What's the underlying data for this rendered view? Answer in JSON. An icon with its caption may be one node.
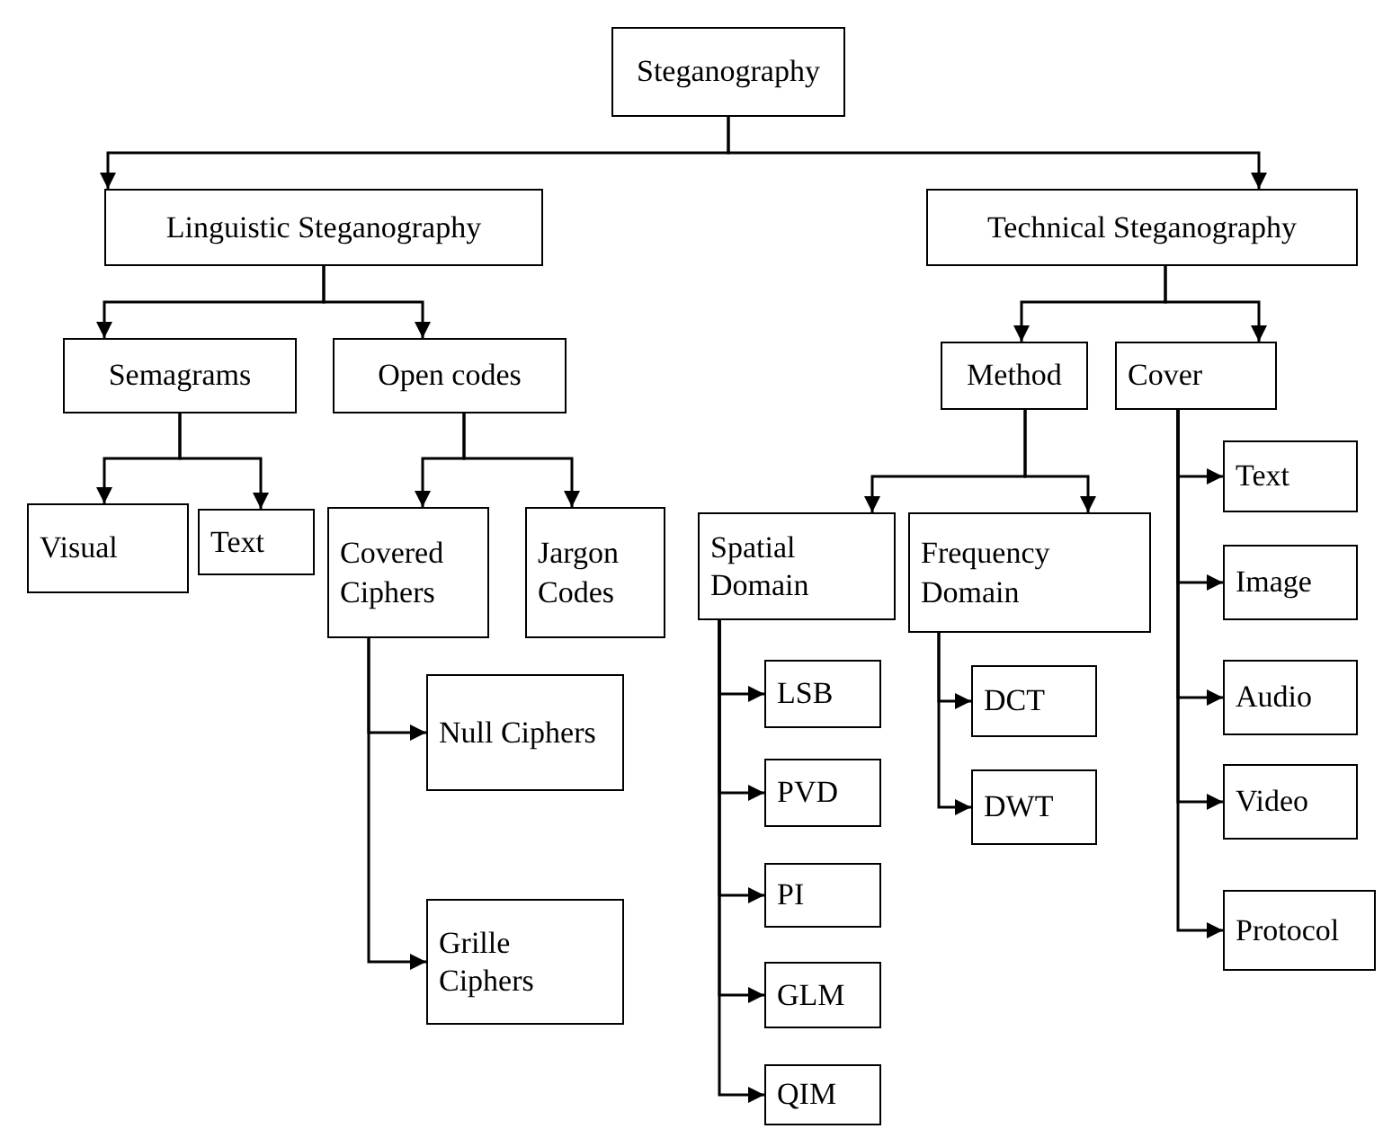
{
  "diagram": {
    "nodes": [
      {
        "text": [
          "Steganography"
        ]
      },
      {
        "text": [
          "Linguistic Steganography"
        ]
      },
      {
        "text": [
          "Technical Steganography"
        ]
      },
      {
        "text": [
          "Semagrams"
        ]
      },
      {
        "text": [
          "Open codes"
        ]
      },
      {
        "text": [
          "Visual"
        ]
      },
      {
        "text": [
          "Text"
        ]
      },
      {
        "text": [
          "Covered Ciphers"
        ]
      },
      {
        "text": [
          "Jargon Codes"
        ]
      },
      {
        "text": [
          "Method"
        ]
      },
      {
        "text": [
          "Cover"
        ]
      },
      {
        "text": [
          "Text"
        ]
      },
      {
        "text": [
          "Image"
        ]
      },
      {
        "text": [
          "Audio"
        ]
      },
      {
        "text": [
          "Video"
        ]
      },
      {
        "text": [
          "Protocol"
        ]
      },
      {
        "text": [
          "Spatial Domain"
        ]
      },
      {
        "text": [
          "Frequency Domain"
        ]
      },
      {
        "text": [
          "LSB"
        ]
      },
      {
        "text": [
          "PVD"
        ]
      },
      {
        "text": [
          "PI"
        ]
      },
      {
        "text": [
          "GLM"
        ]
      },
      {
        "text": [
          "QIM"
        ]
      },
      {
        "text": [
          "DCT"
        ]
      },
      {
        "text": [
          "DWT"
        ]
      },
      {
        "text": [
          "Null Ciphers"
        ]
      },
      {
        "text": [
          "Grille Ciphers"
        ]
      }
    ],
    "edges": [
      {
        "from": 0,
        "to": 1,
        "arrow": "to"
      },
      {
        "from": 0,
        "to": 2,
        "arrow": "to"
      },
      {
        "from": 1,
        "to": 3,
        "arrow": "to"
      },
      {
        "from": 1,
        "to": 4,
        "arrow": "to"
      },
      {
        "from": 3,
        "to": 5,
        "arrow": "to"
      },
      {
        "from": 3,
        "to": 6,
        "arrow": "to"
      },
      {
        "from": 4,
        "to": 7,
        "arrow": "to"
      },
      {
        "from": 4,
        "to": 8,
        "arrow": "to"
      },
      {
        "from": 2,
        "to": 9,
        "arrow": "to"
      },
      {
        "from": 2,
        "to": 10,
        "arrow": "to"
      },
      {
        "from": 9,
        "to": 16,
        "arrow": "to"
      },
      {
        "from": 9,
        "to": 17,
        "arrow": "to"
      },
      {
        "from": 7,
        "to": 25,
        "arrow": "to"
      },
      {
        "from": 7,
        "to": 26,
        "arrow": "to"
      },
      {
        "from": 16,
        "to": 18,
        "arrow": "to"
      },
      {
        "from": 16,
        "to": 19,
        "arrow": "to"
      },
      {
        "from": 16,
        "to": 20,
        "arrow": "to"
      },
      {
        "from": 16,
        "to": 21,
        "arrow": "to"
      },
      {
        "from": 16,
        "to": 22,
        "arrow": "to"
      },
      {
        "from": 17,
        "to": 23,
        "arrow": "to"
      },
      {
        "from": 17,
        "to": 24,
        "arrow": "to"
      },
      {
        "from": 10,
        "to": 11,
        "arrow": "to"
      },
      {
        "from": 10,
        "to": 12,
        "arrow": "to"
      },
      {
        "from": 10,
        "to": 13,
        "arrow": "to"
      },
      {
        "from": 10,
        "to": 14,
        "arrow": "to"
      },
      {
        "from": 10,
        "to": 15,
        "arrow": "to"
      }
    ]
  }
}
